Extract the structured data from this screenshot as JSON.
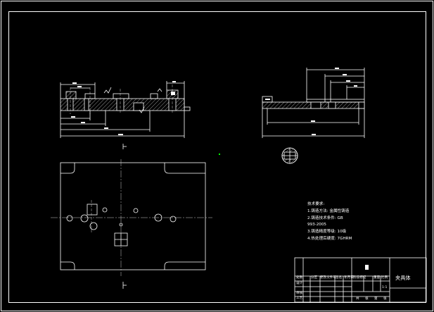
{
  "colors": {
    "background": "#000000",
    "line": "#ffffff",
    "hatch": "#cccccc",
    "center_line": "#e0e0e0",
    "cursor_point": "#00ff00"
  },
  "technical_requirements": {
    "heading": "技术要求:",
    "items": [
      "1.铸造方法: 金属性铸造",
      "2.铸造技术条件: GB",
      "993-2005",
      "3.铸造精度等级: 10级",
      "4.热处理后硬度: 7GHRM"
    ]
  },
  "title_block": {
    "part_name": "夹具体",
    "row1": [
      "处数",
      "分区",
      "更改文件号",
      "签名",
      "年月日"
    ],
    "row2": [
      "设计"
    ],
    "row3": [
      "审核"
    ],
    "row4": [
      "工艺"
    ],
    "stage_labels": [
      "阶段标记",
      "重量",
      "比例"
    ],
    "scale": "1:1",
    "sheet_labels": [
      "共",
      "张",
      "第",
      "张"
    ]
  }
}
